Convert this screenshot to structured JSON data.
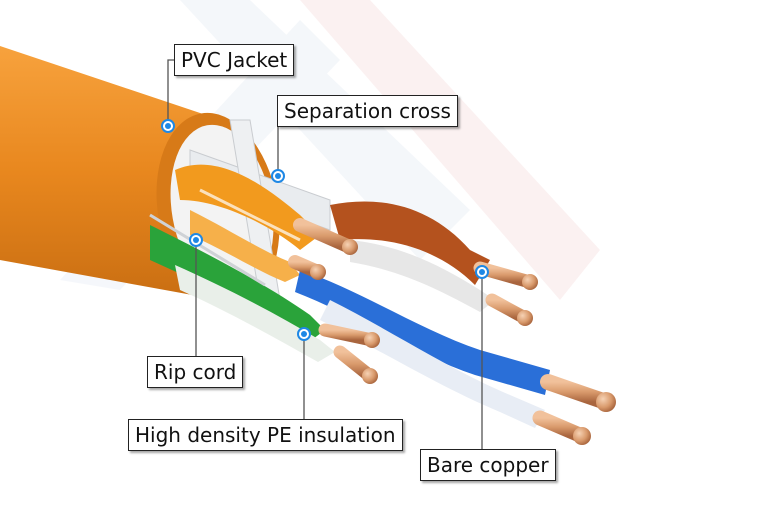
{
  "labels": {
    "pvc_jacket": "PVC Jacket",
    "separation_cross": "Separation cross",
    "rip_cord": "Rip cord",
    "pe_insulation": "High density PE insulation",
    "bare_copper": "Bare copper"
  },
  "colors": {
    "jacket": "#e8871e",
    "copper": "#d99a6c",
    "pair_orange": "#f29a1e",
    "pair_green": "#2aa33a",
    "pair_blue": "#2a6fd8",
    "pair_brown": "#b4521e",
    "callout_line": "#555555",
    "callout_dot": "#1e88e5"
  }
}
